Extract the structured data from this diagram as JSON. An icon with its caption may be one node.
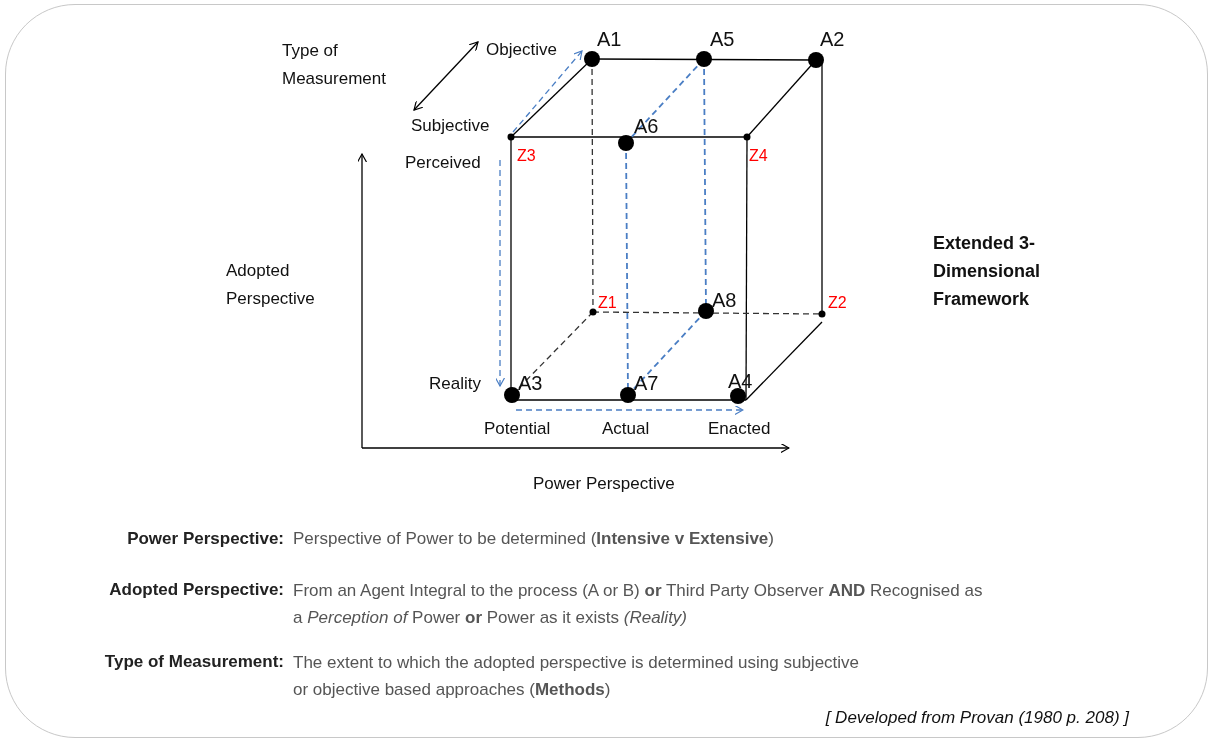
{
  "diagram": {
    "title": "Extended 3-Dimensional Framework",
    "caption": "[ Developed from Provan (1980 p. 208) ]",
    "labels": [
      "Type of Measurement",
      "Objective",
      "A1",
      "A5",
      "A2",
      "Subjective",
      "A6",
      "Perceived",
      "Z3",
      "Z4",
      "Adopted Perspective",
      "Z1",
      "A8",
      "Z2",
      "Reality",
      "A3",
      "A7",
      "A4",
      "Potential",
      "Actual",
      "Enacted",
      "Power Perspective",
      "Power Perspective:",
      "Perspective of Power to be determined (**Intensive v Extensive**)",
      "Adopted Perspective:",
      "From an Agent Integral to the process (A or B) **or** Third Party Observer **AND** Recognised as a *Perception of* Power **or** Power as it exists *(Reality)*",
      "Type of Measurement:",
      "The extent to which the adopted perspective is determined using subjective or objective based approaches (**Methods**)"
    ]
  }
}
